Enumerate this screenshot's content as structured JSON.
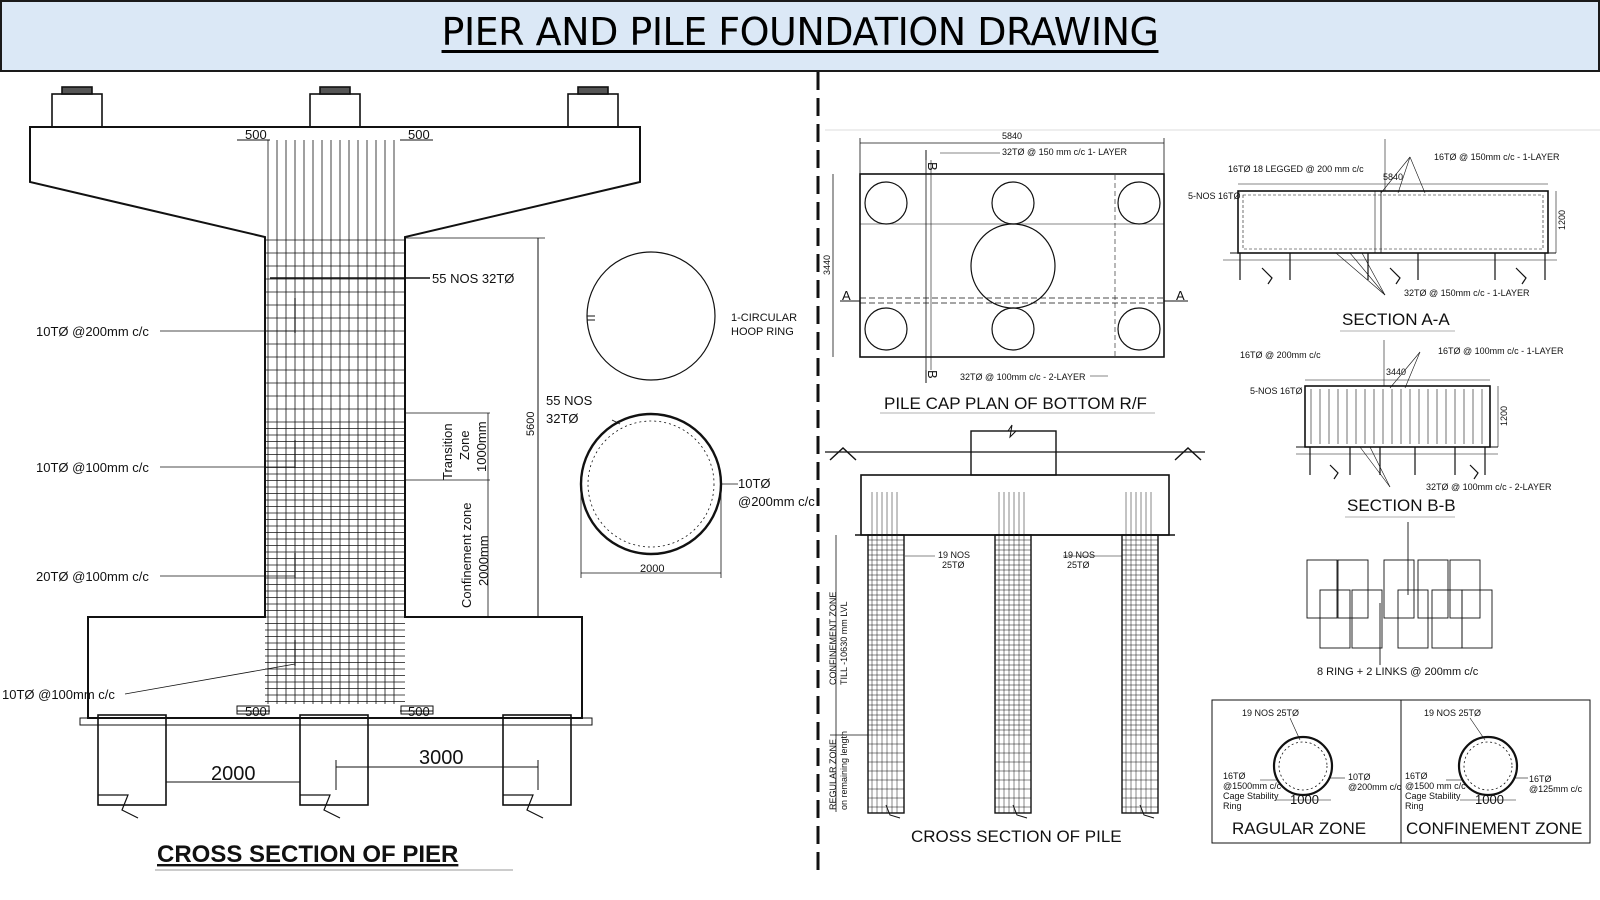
{
  "title": "PIER AND PILE FOUNDATION DRAWING",
  "pier": {
    "heading": "CROSS SECTION OF PIER",
    "dim_top_left": "500",
    "dim_top_right": "500",
    "dim_bot_left": "500",
    "dim_bot_right": "500",
    "main_bars": "55 NOS 32TØ",
    "height": "5600",
    "transition": [
      "Transition",
      "Zone",
      "1000mm"
    ],
    "confinement": [
      "Confinement zone",
      "2000mm"
    ],
    "rebar_labels": [
      "10TØ @200mm c/c",
      "10TØ @100mm c/c",
      "20TØ @100mm c/c",
      "10TØ @100mm c/c"
    ],
    "pile_spacing_1": "2000",
    "pile_spacing_2": "3000"
  },
  "hoop": {
    "ring_label": [
      "1-CIRCULAR",
      "HOOP RING"
    ],
    "bars": [
      "55 NOS",
      "32TØ"
    ],
    "ties": [
      "10TØ",
      "@200mm c/c"
    ],
    "diameter": "2000"
  },
  "pilecap_plan": {
    "heading": "PILE CAP PLAN OF BOTTOM R/F",
    "length": "5840",
    "width": "3440",
    "top_note": "32TØ @ 150 mm c/c 1- LAYER",
    "bot_note": "32TØ @ 100mm c/c - 2-LAYER",
    "mark_a": "A",
    "mark_b": "B"
  },
  "section_aa": {
    "heading": "SECTION A-A",
    "legged": "16TØ 18 LEGGED @ 200 mm c/c",
    "top": "16TØ @ 150mm c/c - 1-LAYER",
    "bottom": "32TØ @ 150mm c/c - 1-LAYER",
    "side": "5-NOS 16TØ",
    "length": "5840",
    "depth": "1200"
  },
  "section_bb": {
    "heading": "SECTION B-B",
    "legged": "16TØ @ 200mm c/c",
    "top": "16TØ @ 100mm c/c - 1-LAYER",
    "bottom": "32TØ @ 100mm c/c - 2-LAYER",
    "side": "5-NOS 16TØ",
    "length": "3440",
    "depth": "1200"
  },
  "pile_section": {
    "heading": "CROSS SECTION OF PILE",
    "bars": [
      "19 NOS",
      "25TØ"
    ],
    "confinement_zone": [
      "CONFINEMENT ZONE",
      "TILL -10630 mm LVL"
    ],
    "regular_zone": [
      "REGULAR ZONE",
      "on remaining length"
    ]
  },
  "rings": {
    "label": "8 RING + 2 LINKS @ 200mm c/c"
  },
  "zones": {
    "regular": {
      "heading": "RAGULAR ZONE",
      "bars": "19 NOS 25TØ",
      "ring": [
        "16TØ",
        "@1500mm c/c",
        "Cage Stability",
        "Ring"
      ],
      "ties": [
        "10TØ",
        "@200mm c/c"
      ],
      "dia": "1000"
    },
    "confinement": {
      "heading": "CONFINEMENT ZONE",
      "bars": "19 NOS 25TØ",
      "ring": [
        "16TØ",
        "@1500 mm c/c",
        "Cage Stability",
        "Ring"
      ],
      "ties": [
        "16TØ",
        "@125mm c/c"
      ],
      "dia": "1000"
    }
  }
}
